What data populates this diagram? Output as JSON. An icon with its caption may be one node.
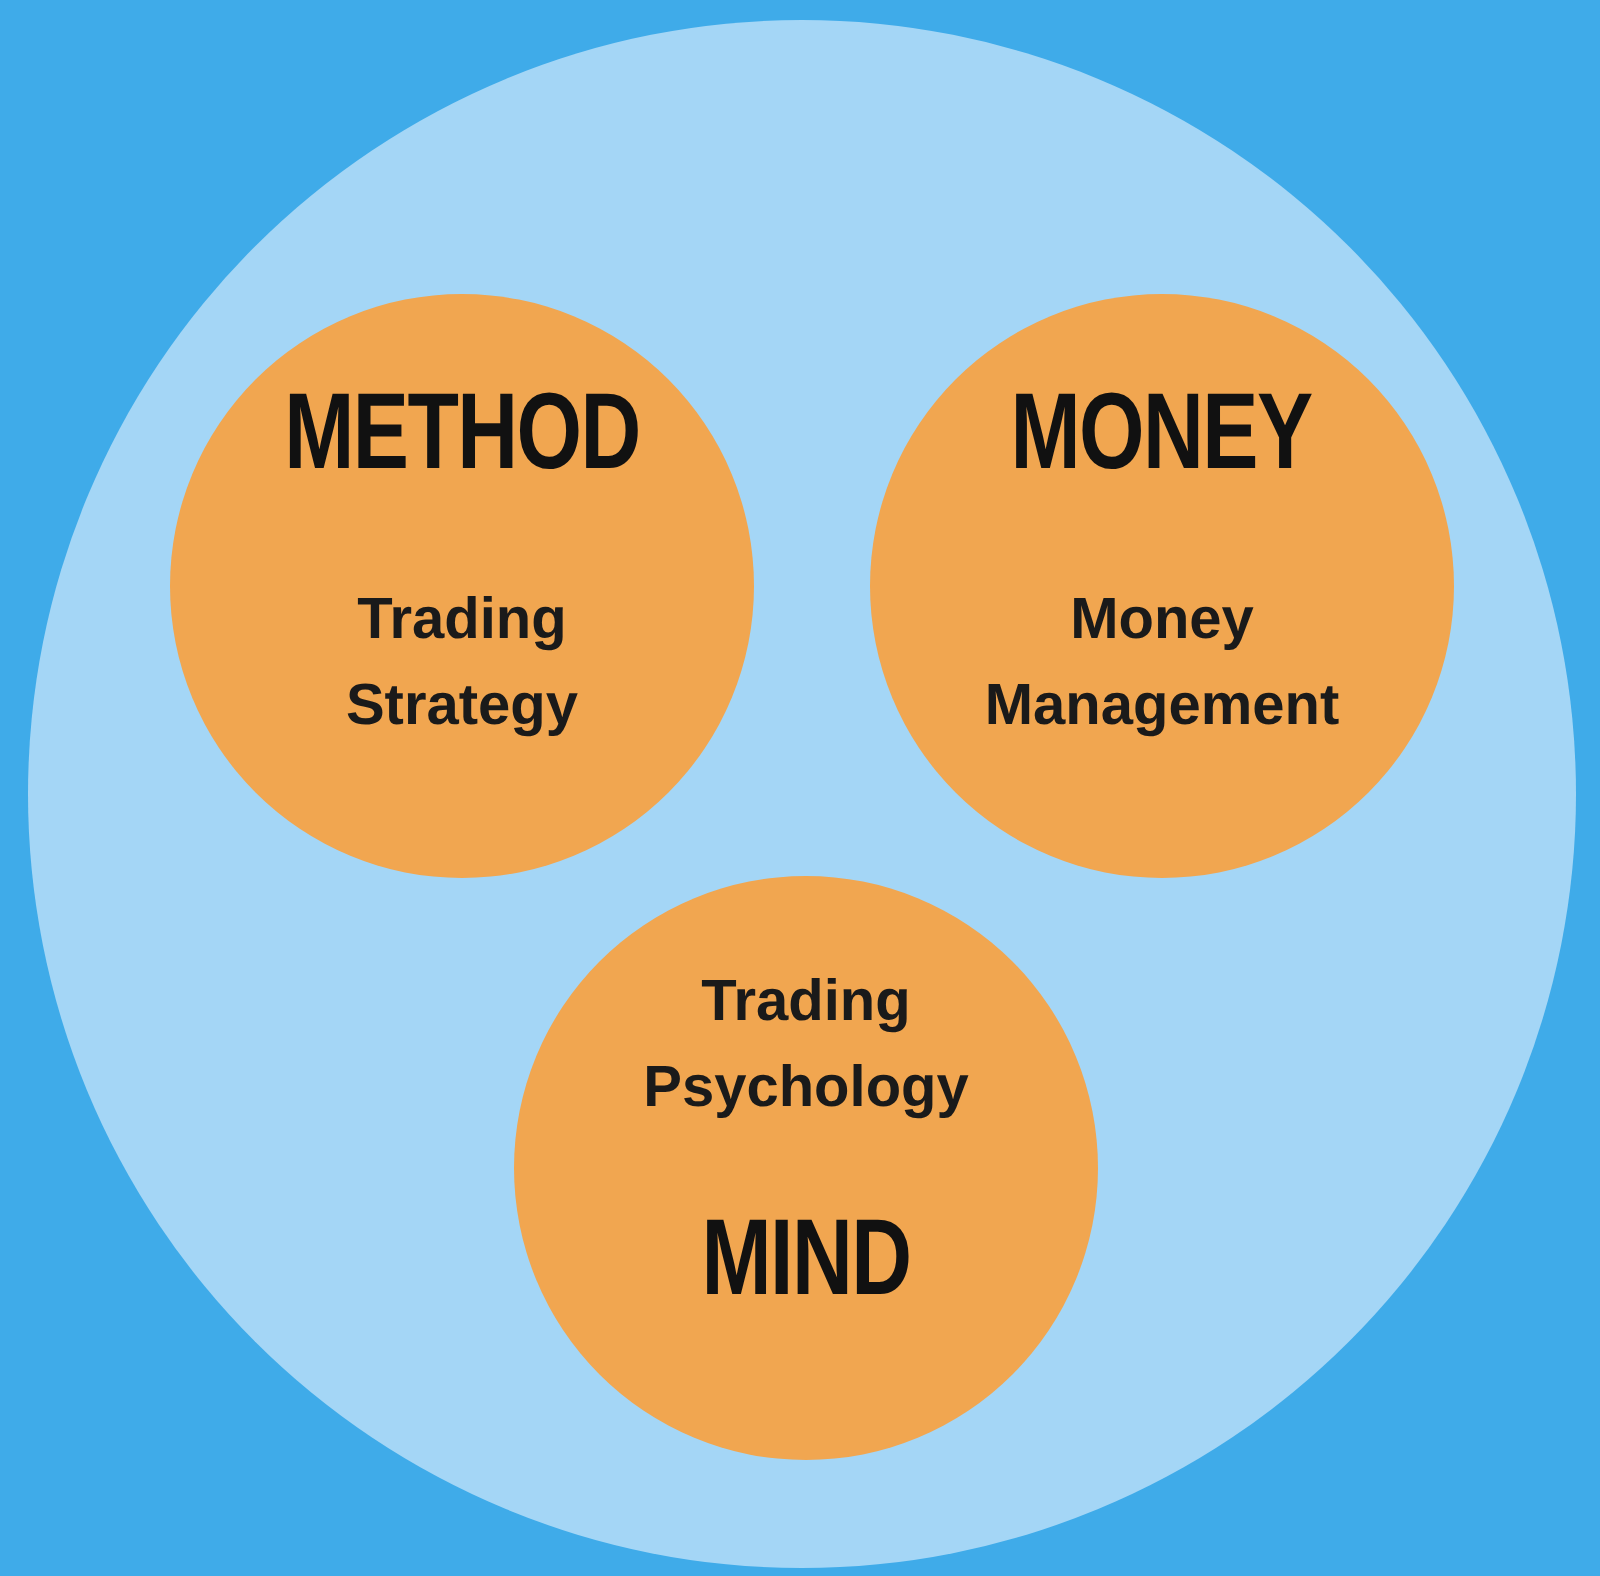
{
  "diagram": {
    "nodes": [
      {
        "text": [],
        "shape": "circle"
      },
      {
        "text": [
          "METHOD",
          "Trading Strategy"
        ],
        "in": 0
      },
      {
        "text": [
          "MONEY",
          "Money Management"
        ],
        "in": 0
      },
      {
        "text": [
          "Trading Psychology",
          "MIND"
        ],
        "in": 0
      }
    ]
  }
}
